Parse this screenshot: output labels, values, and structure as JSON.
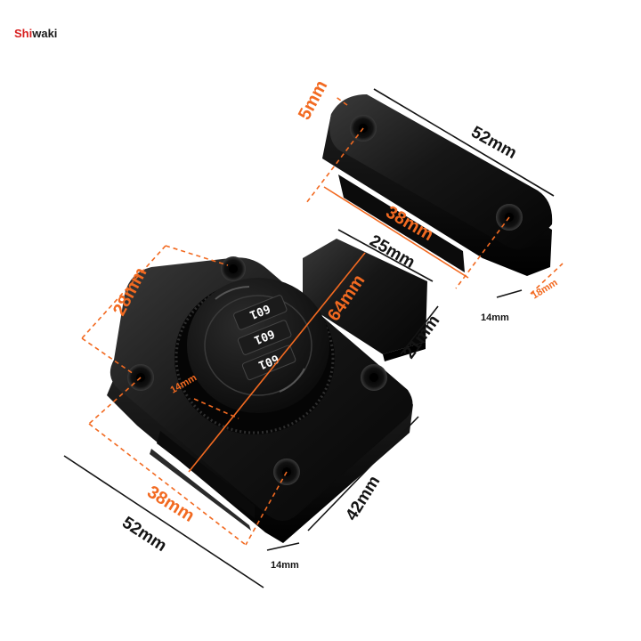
{
  "brand": {
    "part1": "Shi",
    "part2": "waki"
  },
  "product": {
    "dial_rows": [
      "601",
      "601",
      "601"
    ]
  },
  "dimensions": {
    "strike_top_width": "52mm",
    "strike_hole_diameter": "5mm",
    "strike_hole_spacing": "38mm",
    "strike_height": "18mm",
    "strike_depth": "14mm",
    "bolt_width": "25mm",
    "bolt_length": "21mm",
    "body_diagonal": "64mm",
    "body_side": "28mm",
    "dial_depth": "14mm",
    "base_hole_spacing": "38mm",
    "base_width": "52mm",
    "base_height": "42mm",
    "base_depth": "14mm"
  },
  "colors": {
    "accent_orange": "#f26a21",
    "product_black": "#141414",
    "brand_red": "#d81e1e"
  }
}
